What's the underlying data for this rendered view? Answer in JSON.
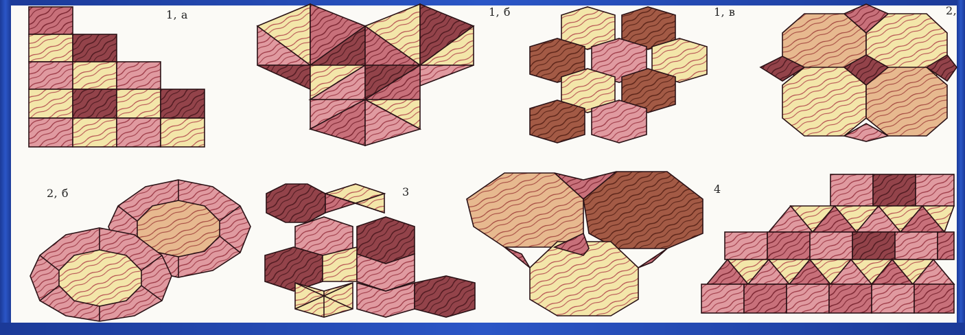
{
  "figure_labels": {
    "fig_1a": "1, а",
    "fig_1b": "1, б",
    "fig_1c": "1, в",
    "fig_2a": "2,",
    "fig_2b": "2, б",
    "fig_3": "3",
    "fig_4": "4"
  },
  "palette": {
    "background": "#1e3c9a",
    "panel": "#fbfaf6",
    "tile_pink": "#d98a8f",
    "tile_rose": "#c76a74",
    "tile_dark": "#8f3a3f",
    "tile_brown": "#a1553e",
    "tile_cream": "#f2e3a4",
    "outline": "#2a1216"
  }
}
